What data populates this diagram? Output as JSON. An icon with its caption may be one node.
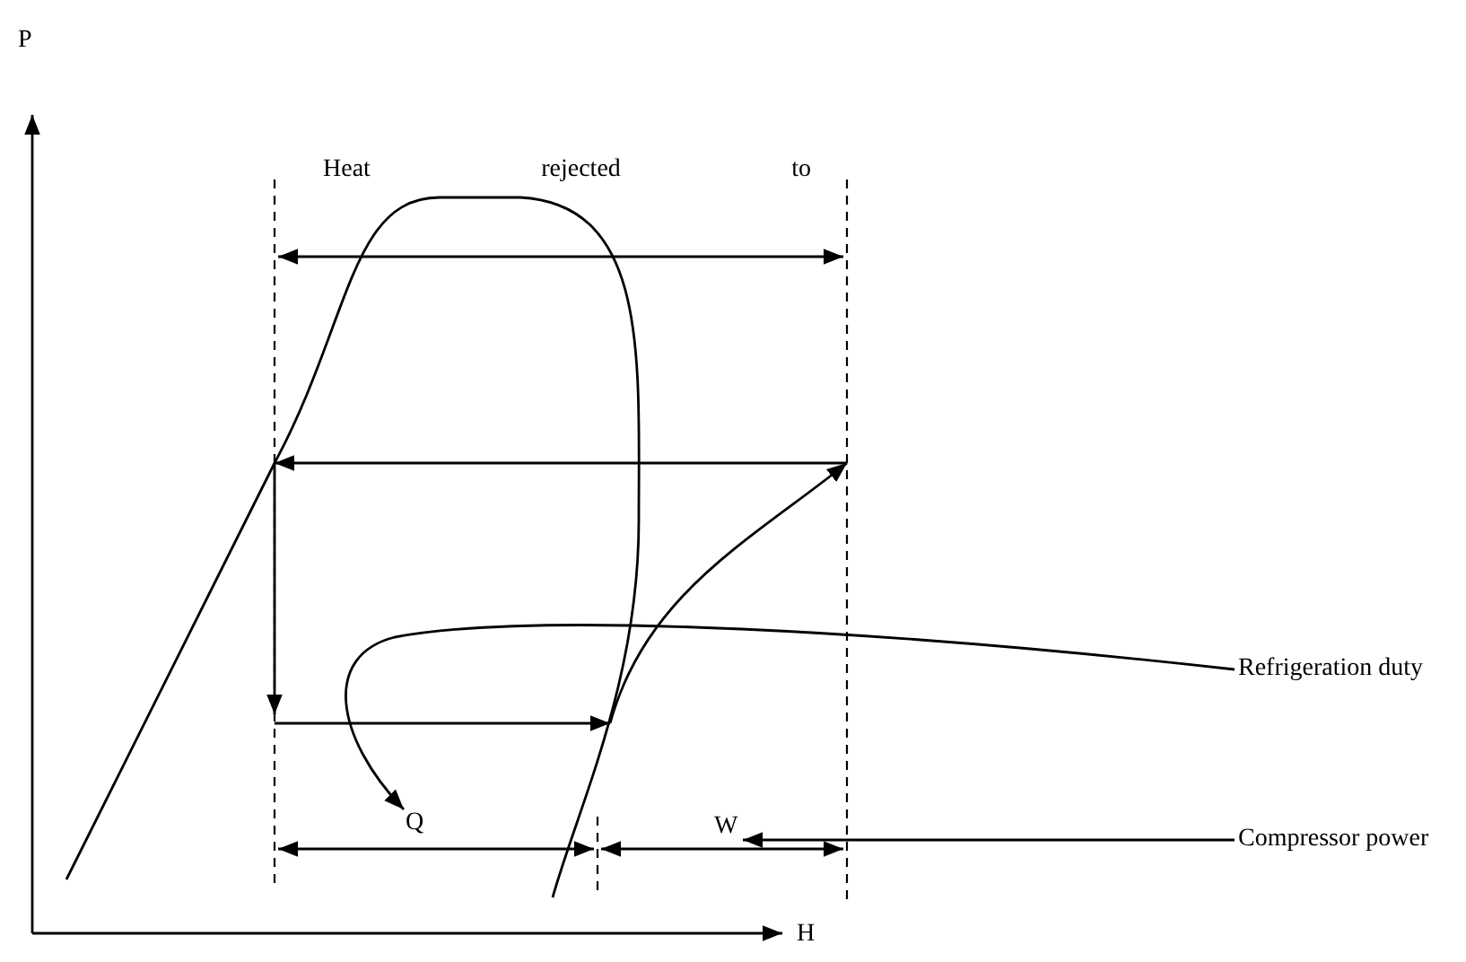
{
  "diagram": {
    "nodes": [
      {
        "text": [
          "Refrigeration duty"
        ]
      },
      {
        "text": [
          "Q"
        ]
      },
      {
        "text": [
          "Compressor power"
        ]
      },
      {
        "text": [
          "W"
        ]
      }
    ],
    "edges": [
      {
        "from": 0,
        "to": 1,
        "arrow": "to"
      },
      {
        "from": 2,
        "to": 3,
        "arrow": "to"
      }
    ],
    "labels": [
      "P",
      "Heat rejected to",
      "H"
    ]
  }
}
